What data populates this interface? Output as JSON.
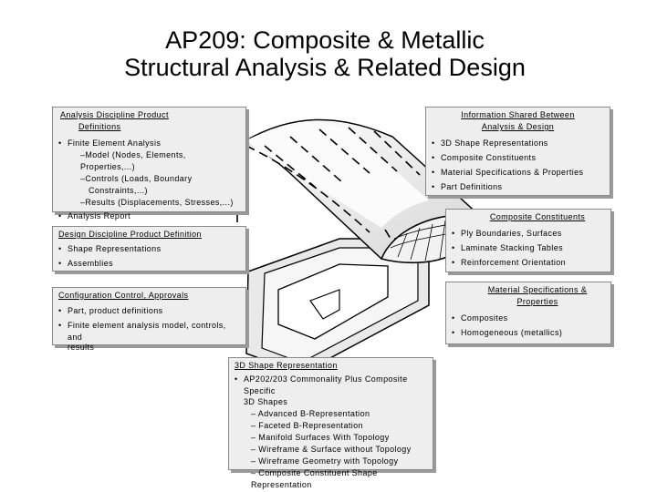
{
  "title": {
    "line1": "AP209: Composite & Metallic",
    "line2": "Structural Analysis & Related Design"
  },
  "analysis": {
    "heading_line1": "Analysis Discipline Product",
    "heading_line2": "Definitions",
    "fea": "Finite Element Analysis",
    "fea_sub": [
      "–Model (Nodes, Elements, Properties,...)",
      "–Controls (Loads, Boundary",
      "Constraints,...)",
      "–Results (Displacements, Stresses,...)"
    ],
    "report": "Analysis Report"
  },
  "info_shared": {
    "heading_line1": "Information Shared Between",
    "heading_line2": "Analysis & Design",
    "items": [
      "3D Shape Representations",
      "Composite Constituents",
      "Material Specifications & Properties",
      "Part Definitions"
    ]
  },
  "composite": {
    "heading": "Composite Constituents",
    "items": [
      "Ply Boundaries, Surfaces",
      "Laminate Stacking Tables",
      "Reinforcement Orientation"
    ]
  },
  "design": {
    "heading": "Design Discipline Product Definition",
    "items": [
      "Shape Representations",
      "Assemblies"
    ]
  },
  "config": {
    "heading": "Configuration Control, Approvals",
    "items": [
      "Part, product definitions",
      "Finite element analysis model, controls, and",
      "results"
    ]
  },
  "material": {
    "heading_line1": "Material Specifications &",
    "heading_line2": "Properties",
    "items": [
      "Composites",
      "Homogeneous (metallics)"
    ]
  },
  "shape3d": {
    "heading": "3D Shape Representation",
    "item_line1": "AP202/203 Commonality Plus Composite Specific",
    "item_line2": "3D Shapes",
    "subs": [
      "– Advanced B-Representation",
      "– Faceted B-Representation",
      "– Manifold Surfaces With Topology",
      "– Wireframe & Surface without Topology",
      "– Wireframe Geometry with Topology",
      "– Composite Constituent Shape Representation"
    ]
  }
}
